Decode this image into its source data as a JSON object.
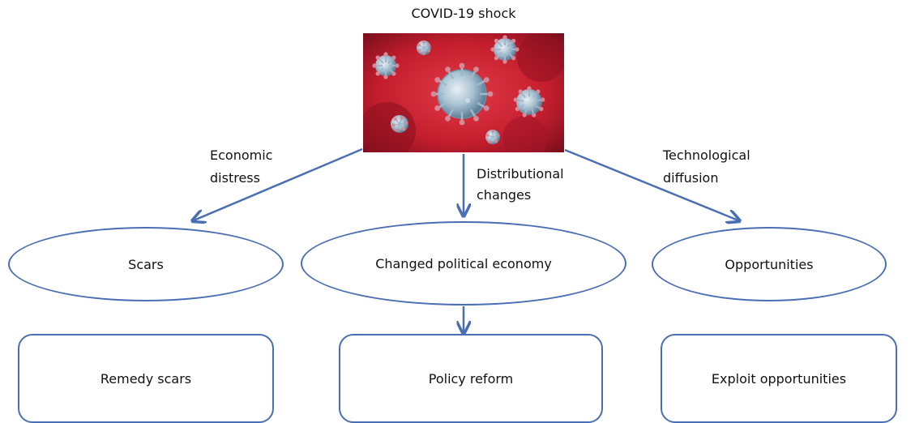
{
  "title": "COVID-19 shock",
  "channels": {
    "left": [
      "Economic",
      "distress"
    ],
    "middle": [
      "Distributional",
      "changes"
    ],
    "right": [
      "Technological",
      "diffusion"
    ]
  },
  "outcomes": {
    "left": "Scars",
    "middle": "Changed political economy",
    "right": "Opportunities"
  },
  "actions": {
    "left": "Remedy scars",
    "middle": "Policy reform",
    "right": "Exploit opportunities"
  },
  "colors": {
    "accent": "#4a6eb3",
    "virus_background": "#c41e2e",
    "virus_particle": "#8fb3c7"
  }
}
